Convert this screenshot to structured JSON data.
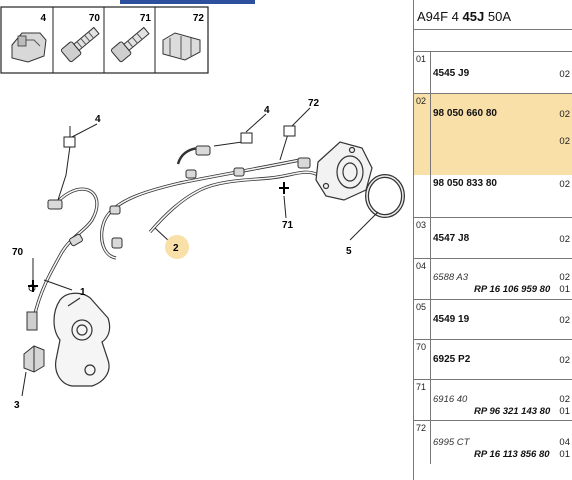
{
  "diagram": {
    "thumbnails": [
      {
        "label": "4"
      },
      {
        "label": "70"
      },
      {
        "label": "71"
      },
      {
        "label": "72"
      }
    ],
    "callouts": {
      "c1": "1",
      "c2": "2",
      "c3": "3",
      "c4": "4",
      "c5": "5",
      "c70": "70",
      "c71": "71",
      "c72": "72"
    },
    "highlight_color": "#f9dfa8"
  },
  "panel": {
    "ref_prefix": "A94F 4",
    "ref_bold": "45J",
    "ref_suffix": "50A",
    "rows": [
      {
        "idx": "01",
        "part": "4545 J9",
        "qty": "02"
      },
      {
        "idx": "02",
        "part": "98 050 660 80",
        "qty": "02",
        "qty2": "02"
      },
      {
        "idx": "",
        "part": "98 050 833 80",
        "qty": "02"
      },
      {
        "idx": "03",
        "part": "4547 J8",
        "qty": "02"
      },
      {
        "idx": "04",
        "part": "6588 A3",
        "rp": "RP 16 106 959 80",
        "qty": "02",
        "qty2": "01"
      },
      {
        "idx": "05",
        "part": "4549 19",
        "qty": "02"
      },
      {
        "idx": "70",
        "part": "6925 P2",
        "qty": "02"
      },
      {
        "idx": "71",
        "part": "6916 40",
        "rp": "RP 96 321 143 80",
        "qty": "02",
        "qty2": "01"
      },
      {
        "idx": "72",
        "part": "6995 CT",
        "rp": "RP 16 113 856 80",
        "qty": "04",
        "qty2": "01"
      }
    ]
  }
}
